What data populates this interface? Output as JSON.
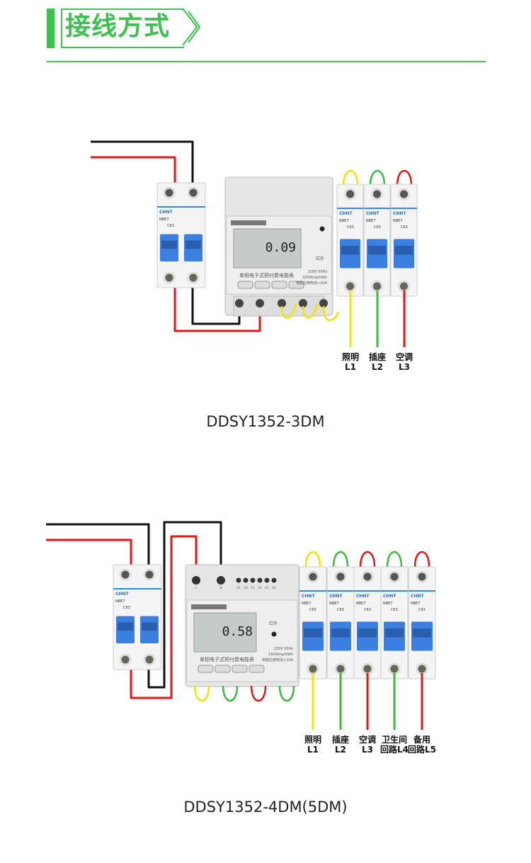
{
  "header": {
    "title": "接线方式"
  },
  "diagrams": [
    {
      "model": "DDSY1352-3DM",
      "meter": {
        "display_value": "0.09",
        "caption": "单相电子式预付费电能表",
        "spec_lines": [
          "220V 50Hz",
          "3200imp/kWh",
          "电能应用电流<10A"
        ],
        "indicator": "红外"
      },
      "main_breaker": {
        "brand": "CHNT",
        "model": "NBE7",
        "rating": "C63"
      },
      "circuits": [
        {
          "name": "照明",
          "line": "L1",
          "wire_color": "#f2e600"
        },
        {
          "name": "插座",
          "line": "L2",
          "wire_color": "#3dbb3d"
        },
        {
          "name": "空调",
          "line": "L3",
          "wire_color": "#e01818"
        }
      ]
    },
    {
      "model": "DDSY1352-4DM(5DM)",
      "meter": {
        "display_value": "0.58",
        "caption": "单相电子式预付费电能表",
        "spec_lines": [
          "220V 50Hz",
          "1600imp/kWh",
          "电能应用电流<10A"
        ],
        "indicator": "红外",
        "terminals": [
          "L",
          "N",
          "21",
          "22",
          "11",
          "12",
          "41",
          "42"
        ]
      },
      "main_breaker": {
        "brand": "CHNT",
        "model": "NBE7",
        "rating": "C63"
      },
      "circuits": [
        {
          "name": "照明",
          "line": "L1",
          "wire_color": "#f2e600"
        },
        {
          "name": "插座",
          "line": "L2",
          "wire_color": "#3dbb3d"
        },
        {
          "name": "空调",
          "line": "L3",
          "wire_color": "#e01818"
        },
        {
          "name": "卫生间",
          "line": "回路L4",
          "wire_color": "#3dbb3d"
        },
        {
          "name": "备用",
          "line": "回路L5",
          "wire_color": "#e01818"
        }
      ]
    }
  ],
  "colors": {
    "accent": "#3cc24f",
    "live_wire": "#e01818",
    "neutral_wire": "#111111",
    "breaker_handle": "#3b7fe0"
  }
}
